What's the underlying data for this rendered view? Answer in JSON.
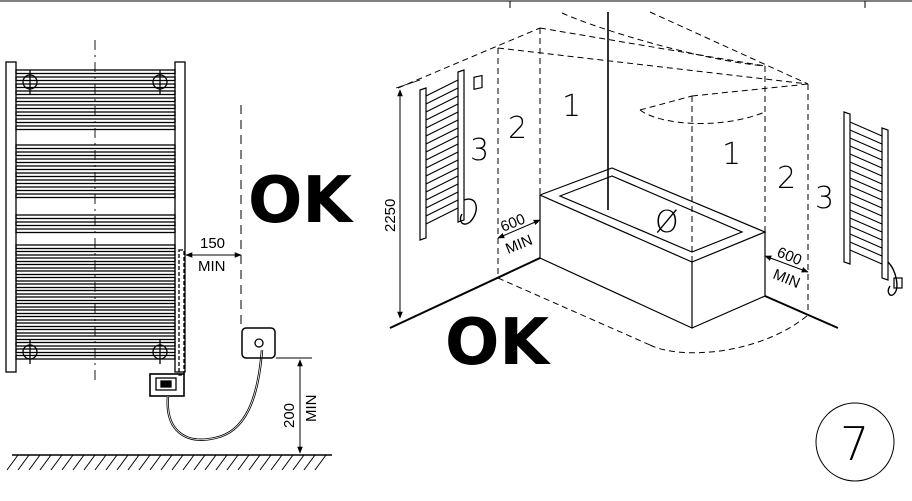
{
  "left_diagram": {
    "ok_label": "OK",
    "side_clearance": {
      "value": "150",
      "unit": "MIN"
    },
    "socket_height": {
      "value": "200",
      "unit": "MIN"
    }
  },
  "right_diagram": {
    "ok_label": "OK",
    "height_dimension": "2250",
    "left_clearance": {
      "value": "600",
      "unit": "MIN"
    },
    "right_clearance": {
      "value": "600",
      "unit": "MIN"
    },
    "zones": [
      "1",
      "2",
      "3",
      "1",
      "2",
      "3"
    ],
    "bath_symbol": "Ø"
  },
  "figure_number": "7"
}
